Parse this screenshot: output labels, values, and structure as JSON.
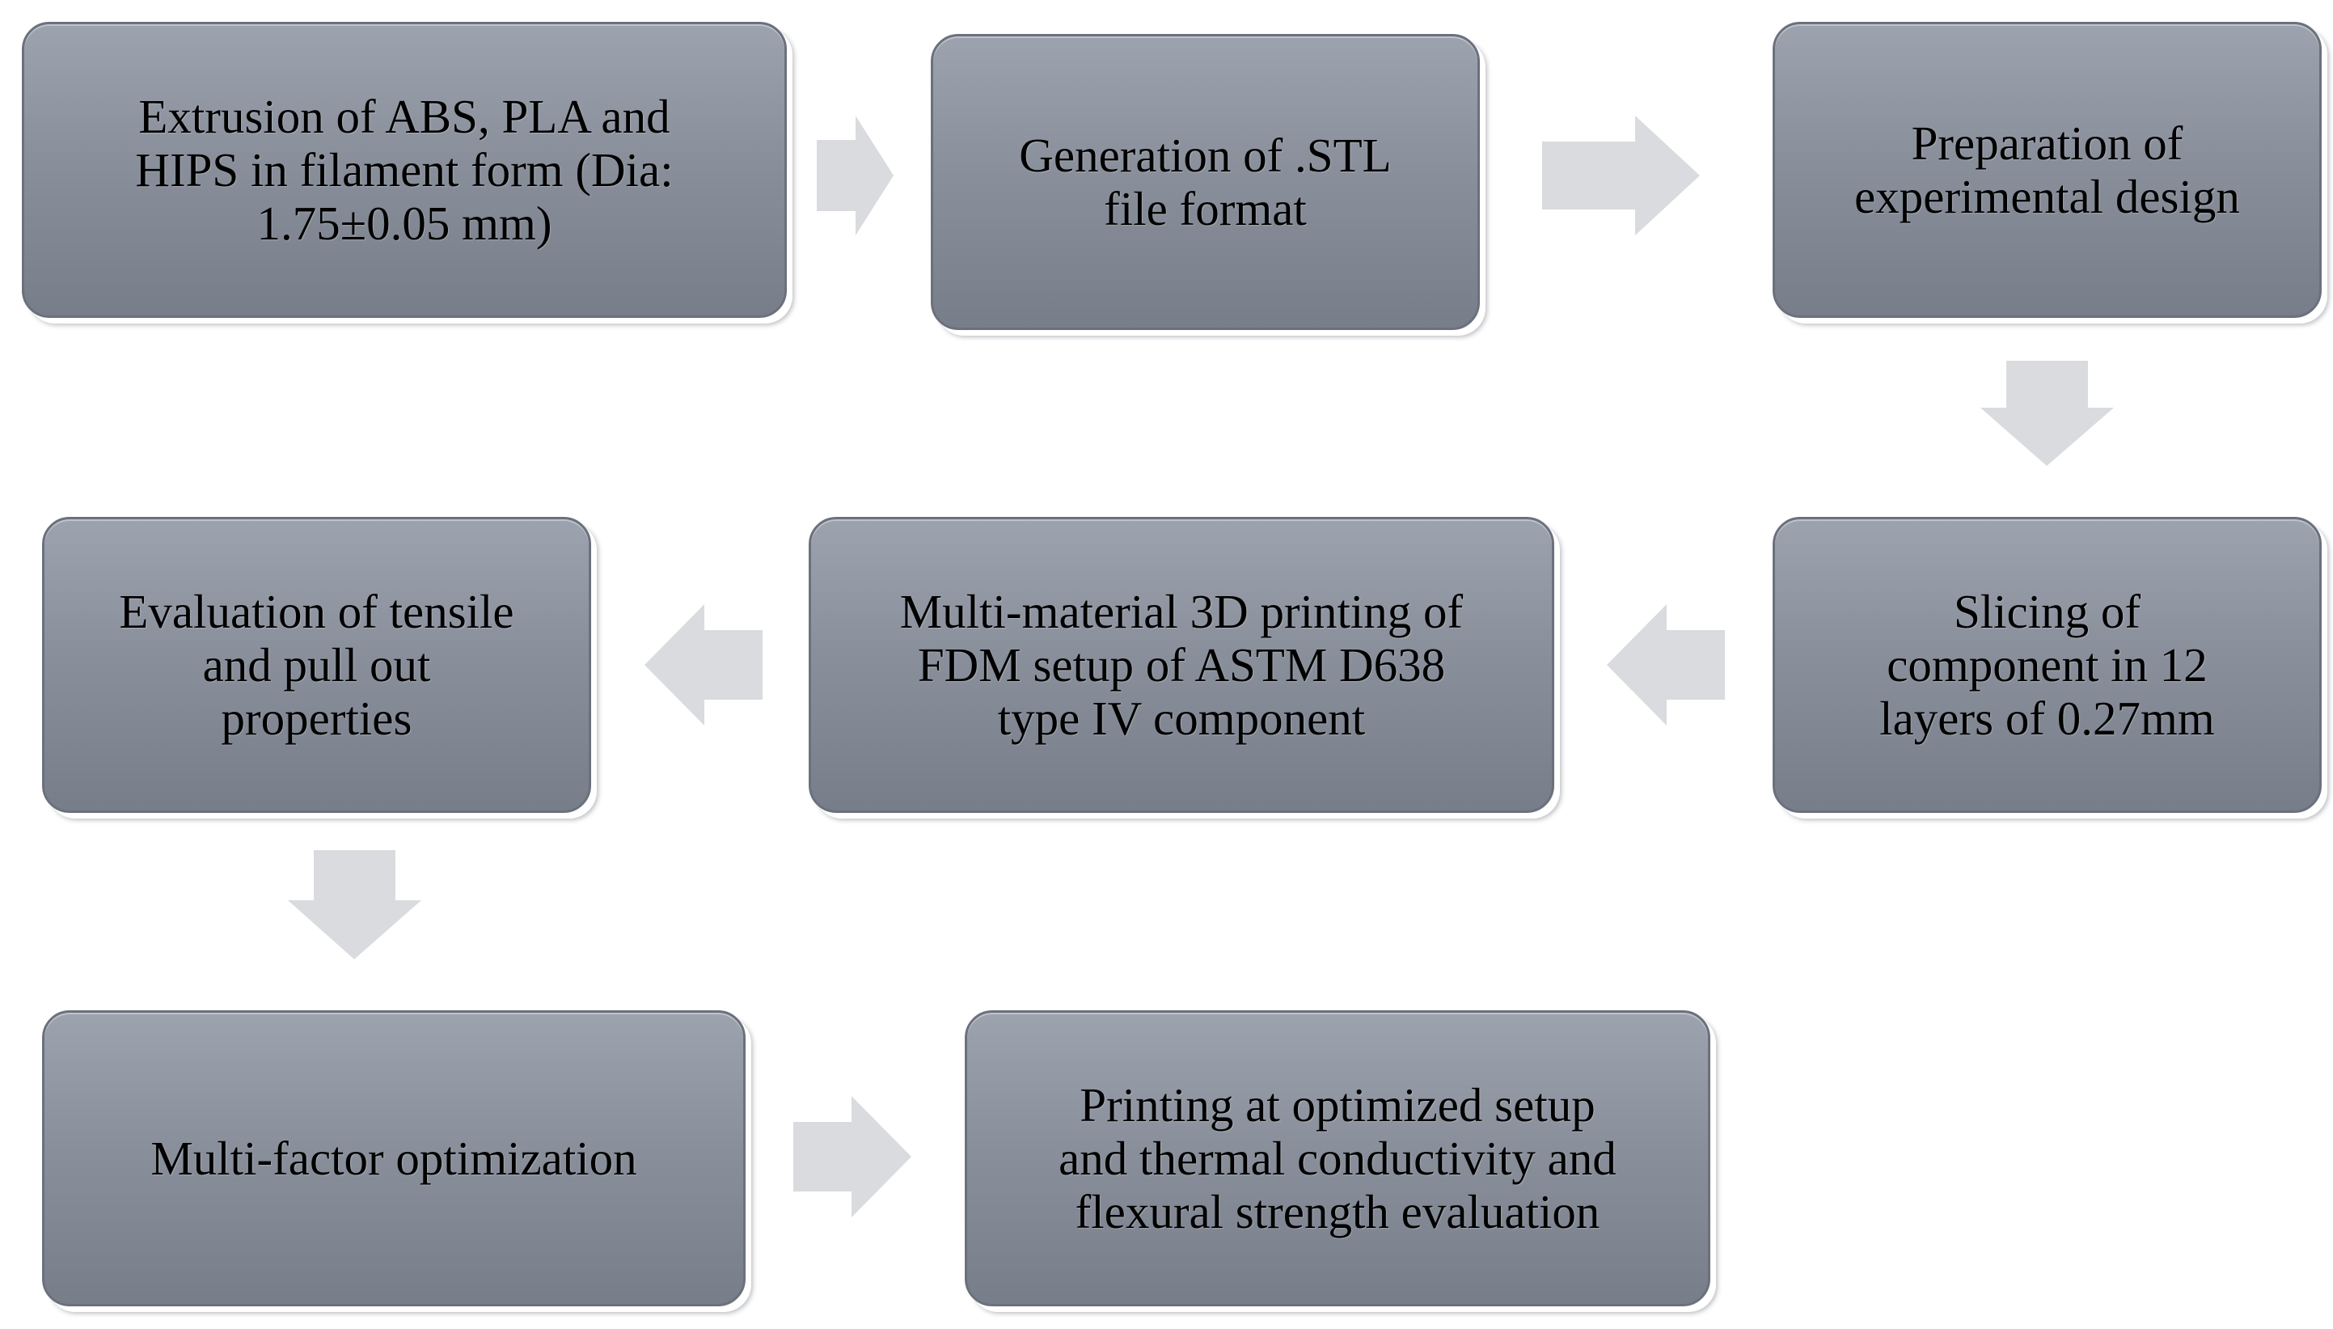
{
  "diagram": {
    "steps": [
      {
        "label": "Extrusion of ABS, PLA and\nHIPS in filament form (Dia:\n1.75±0.05 mm)"
      },
      {
        "label": "Generation of .STL\nfile format"
      },
      {
        "label": "Preparation of\nexperimental design"
      },
      {
        "label": "Slicing of\ncomponent in 12\nlayers of 0.27mm"
      },
      {
        "label": "Multi-material 3D printing of\nFDM setup  of ASTM D638\ntype IV component"
      },
      {
        "label": "Evaluation of tensile\nand pull out\nproperties"
      },
      {
        "label": "Multi-factor optimization"
      },
      {
        "label": "Printing at optimized setup\nand thermal conductivity and\nflexural strength evaluation"
      }
    ],
    "colors": {
      "box_fill": "#8a909b",
      "box_border": "#6b717c",
      "arrow_fill": "#d9dbde",
      "text": "#000000"
    }
  }
}
